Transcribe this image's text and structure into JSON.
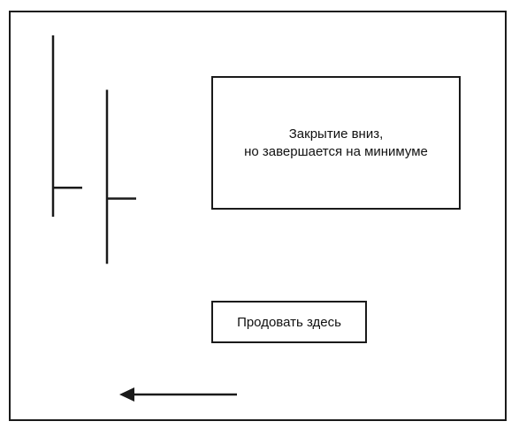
{
  "annotations": {
    "note_line1": "Закрытие вниз,",
    "note_line2": "но завершается на минимуме",
    "sell_label": "Продовать здесь"
  },
  "chart_data": {
    "type": "ohlc-diagram",
    "bars": [
      {
        "high": 100,
        "low": 50,
        "close": 58
      },
      {
        "high": 85,
        "low": 37,
        "close": 55
      }
    ],
    "signal": {
      "direction": "left",
      "target_bar": 1
    }
  },
  "colors": {
    "ink": "#1a1a1a",
    "background": "#ffffff"
  },
  "icons": {
    "signal": "arrow-left-icon"
  }
}
